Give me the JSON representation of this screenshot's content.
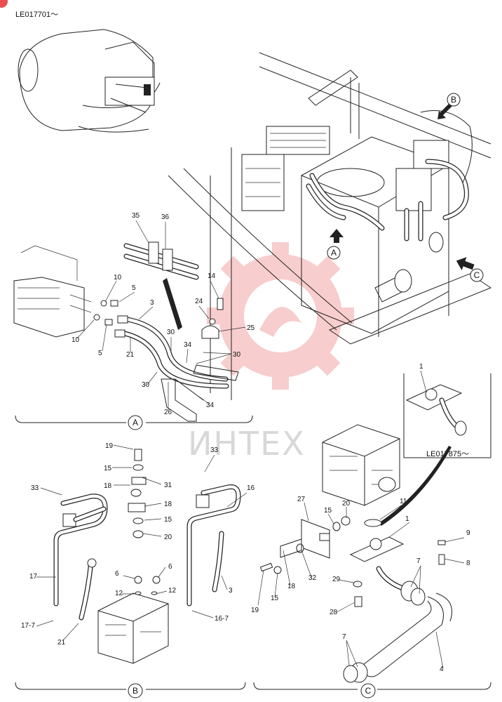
{
  "header": {
    "serial_top": "LE017701～",
    "serial_inset": "LE017875～"
  },
  "watermark": {
    "text": "ИНТЕХ",
    "color": "#e84e4e"
  },
  "views": {
    "A": "A",
    "B": "B",
    "C": "C"
  },
  "part_labels": {
    "p1_inset": "1",
    "p35": "35",
    "p36": "36",
    "p14": "14",
    "p24": "24",
    "p25": "25",
    "p10a": "10",
    "p10b": "10",
    "p5a": "5",
    "p5b": "5",
    "p3a": "3",
    "p21a": "21",
    "p30a": "30",
    "p34a": "34",
    "p30b": "30",
    "p30c": "30",
    "p26": "26",
    "p34b": "34",
    "p19a": "19",
    "p15a": "15",
    "p18a": "18",
    "p31": "31",
    "p18b": "18",
    "p15b": "15",
    "p20a": "20",
    "p33a": "33",
    "p33b": "33",
    "p16": "16",
    "p17": "17",
    "p6a": "6",
    "p6b": "6",
    "p12a": "12",
    "p12b": "12",
    "p3b": "3",
    "p17_7": "17-7",
    "p21b": "21",
    "p16_7": "16-7",
    "p27": "27",
    "p15c": "15",
    "p20b": "20",
    "p11": "11",
    "p1c": "1",
    "p9": "9",
    "p8": "8",
    "p19b": "19",
    "p15d": "15",
    "p18c": "18",
    "p32": "32",
    "p29": "29",
    "p7a": "7",
    "p28": "28",
    "p7b": "7",
    "p4": "4"
  }
}
